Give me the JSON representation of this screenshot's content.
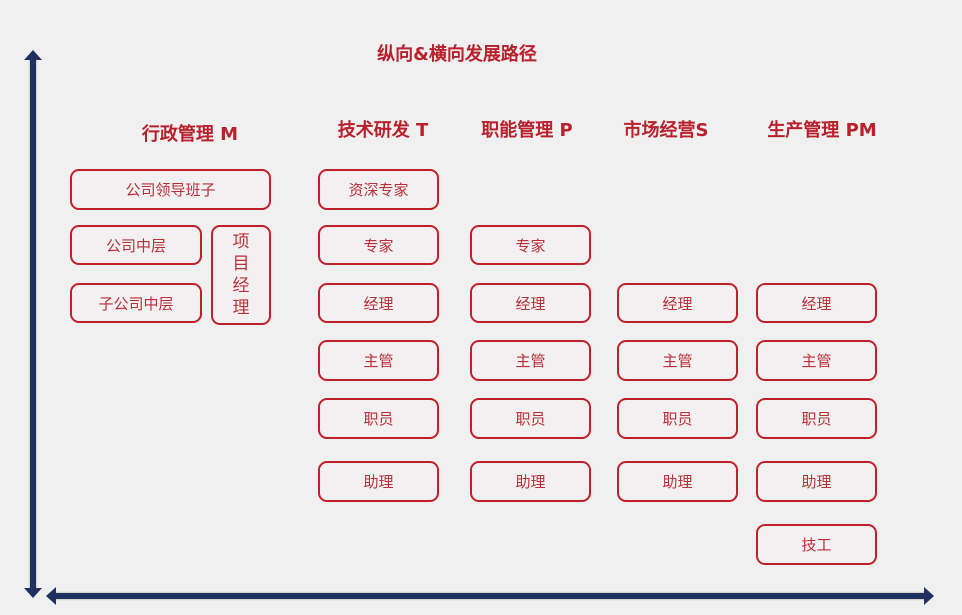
{
  "title": "纵向&横向发展路径",
  "colors": {
    "accent": "#c0202a",
    "axis": "#1f3060",
    "background": "#f0f0f0"
  },
  "columns": [
    {
      "header": "行政管理 M",
      "items": [
        "公司领导班子",
        "公司中层",
        "子公司中层"
      ],
      "side_item": [
        "项",
        "目",
        "经",
        "理"
      ]
    },
    {
      "header": "技术研发 T",
      "items": [
        "资深专家",
        "专家",
        "经理",
        "主管",
        "职员",
        "助理"
      ]
    },
    {
      "header": "职能管理 P",
      "items": [
        "专家",
        "经理",
        "主管",
        "职员",
        "助理"
      ]
    },
    {
      "header": "市场经营S",
      "items": [
        "经理",
        "主管",
        "职员",
        "助理"
      ]
    },
    {
      "header": "生产管理 PM",
      "items": [
        "经理",
        "主管",
        "职员",
        "助理",
        "技工"
      ]
    }
  ]
}
